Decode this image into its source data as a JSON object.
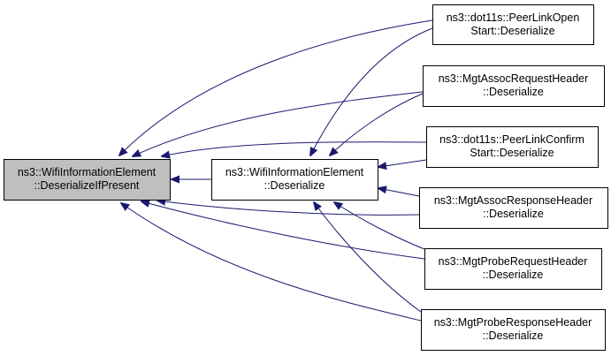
{
  "diagram": {
    "type": "call-graph",
    "edge_color": "#191970",
    "nodes": [
      {
        "id": "root",
        "lines": [
          "ns3::WifiInformationElement",
          "::DeserializeIfPresent"
        ],
        "highlighted": true,
        "fill": "#bfbfbf"
      },
      {
        "id": "deser",
        "lines": [
          "ns3::WifiInformationElement",
          "::Deserialize"
        ],
        "highlighted": false,
        "fill": "#ffffff"
      },
      {
        "id": "plo",
        "lines": [
          "ns3::dot11s::PeerLinkOpen",
          "Start::Deserialize"
        ],
        "highlighted": false,
        "fill": "#ffffff"
      },
      {
        "id": "areq",
        "lines": [
          "ns3::MgtAssocRequestHeader",
          "::Deserialize"
        ],
        "highlighted": false,
        "fill": "#ffffff"
      },
      {
        "id": "plc",
        "lines": [
          "ns3::dot11s::PeerLinkConfirm",
          "Start::Deserialize"
        ],
        "highlighted": false,
        "fill": "#ffffff"
      },
      {
        "id": "aresp",
        "lines": [
          "ns3::MgtAssocResponseHeader",
          "::Deserialize"
        ],
        "highlighted": false,
        "fill": "#ffffff"
      },
      {
        "id": "preq",
        "lines": [
          "ns3::MgtProbeRequestHeader",
          "::Deserialize"
        ],
        "highlighted": false,
        "fill": "#ffffff"
      },
      {
        "id": "presp",
        "lines": [
          "ns3::MgtProbeResponseHeader",
          "::Deserialize"
        ],
        "highlighted": false,
        "fill": "#ffffff"
      }
    ],
    "edges": [
      {
        "from": "deser",
        "to": "root"
      },
      {
        "from": "plo",
        "to": "root"
      },
      {
        "from": "areq",
        "to": "root"
      },
      {
        "from": "plc",
        "to": "root"
      },
      {
        "from": "aresp",
        "to": "root"
      },
      {
        "from": "preq",
        "to": "root"
      },
      {
        "from": "presp",
        "to": "root"
      },
      {
        "from": "plo",
        "to": "deser"
      },
      {
        "from": "areq",
        "to": "deser"
      },
      {
        "from": "plc",
        "to": "deser"
      },
      {
        "from": "aresp",
        "to": "deser"
      },
      {
        "from": "preq",
        "to": "deser"
      },
      {
        "from": "presp",
        "to": "deser"
      }
    ]
  }
}
